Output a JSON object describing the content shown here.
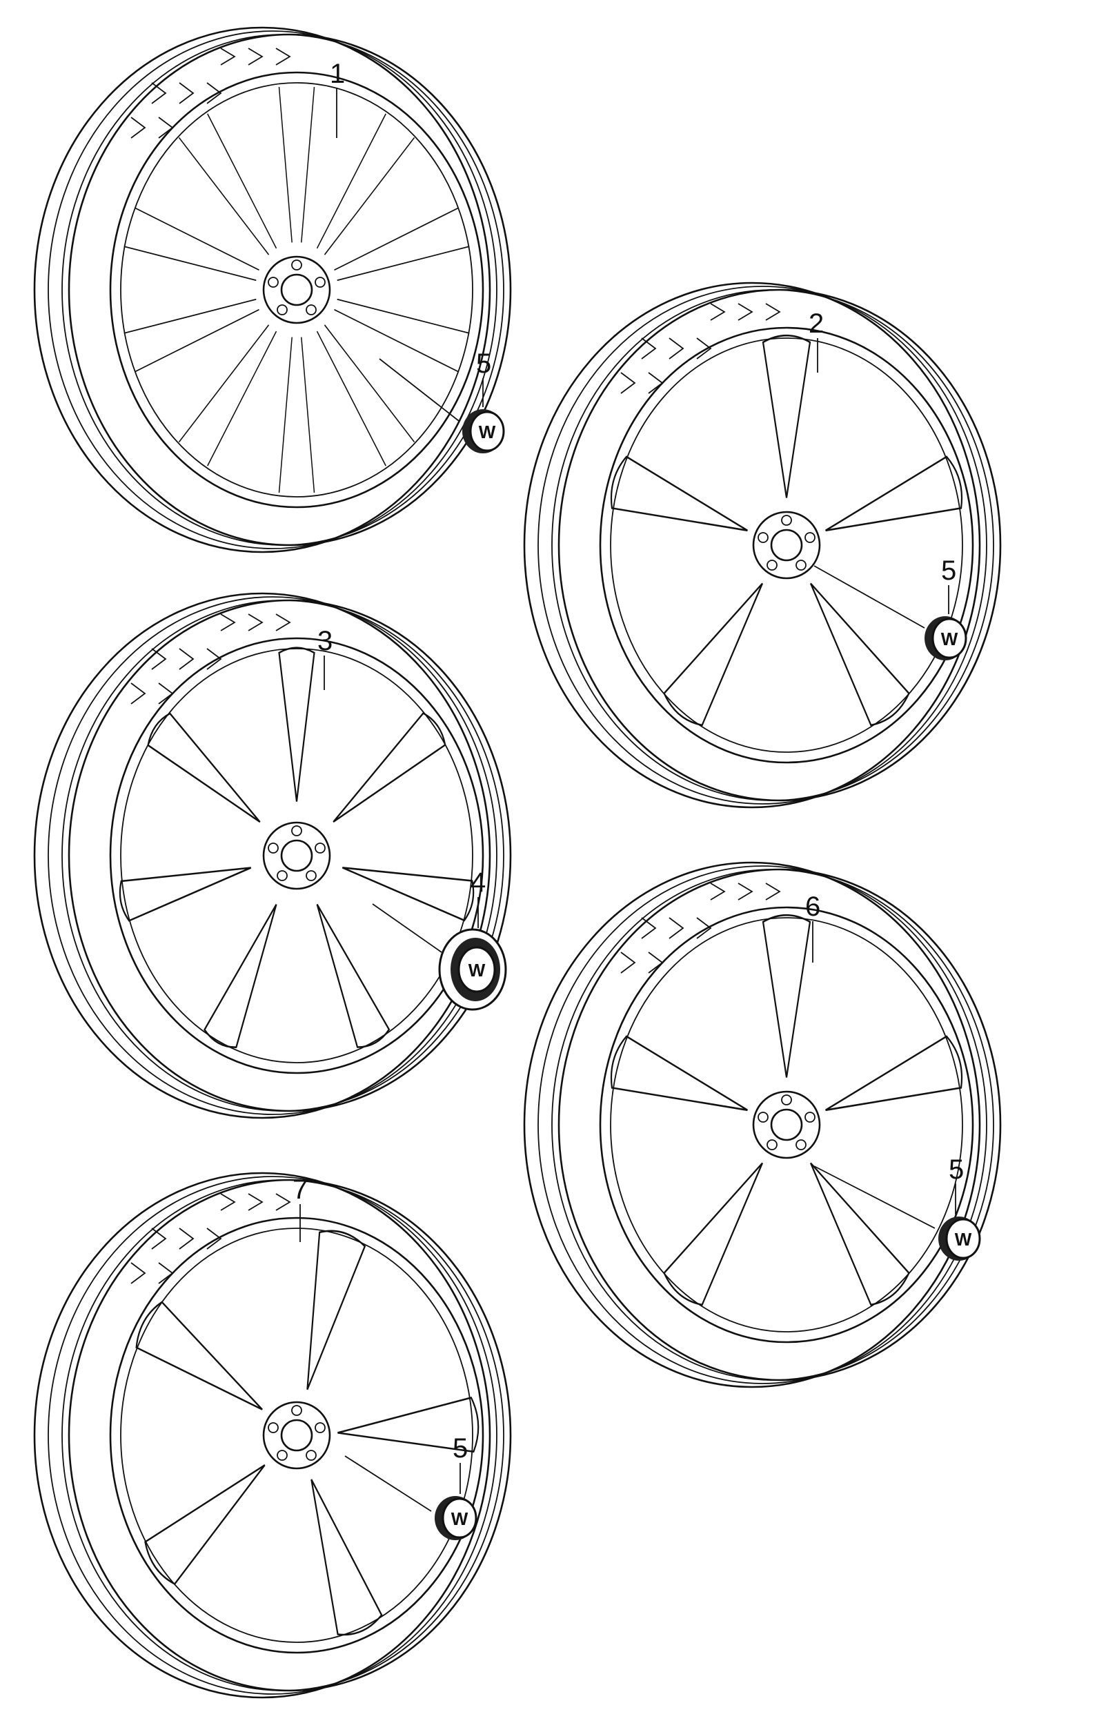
{
  "diagram": {
    "type": "exploded parts illustration",
    "callouts": [
      {
        "id": "wheel-1",
        "label": "1"
      },
      {
        "id": "wheel-2",
        "label": "2"
      },
      {
        "id": "wheel-3",
        "label": "3"
      },
      {
        "id": "hub-cap-4",
        "label": "4"
      },
      {
        "id": "center-cap-5a",
        "label": "5"
      },
      {
        "id": "center-cap-5b",
        "label": "5"
      },
      {
        "id": "center-cap-5c",
        "label": "5"
      },
      {
        "id": "center-cap-5d",
        "label": "5"
      },
      {
        "id": "wheel-6",
        "label": "6"
      },
      {
        "id": "wheel-7",
        "label": "7"
      }
    ],
    "colors": {
      "line": "#111111",
      "background": "#ffffff"
    }
  }
}
